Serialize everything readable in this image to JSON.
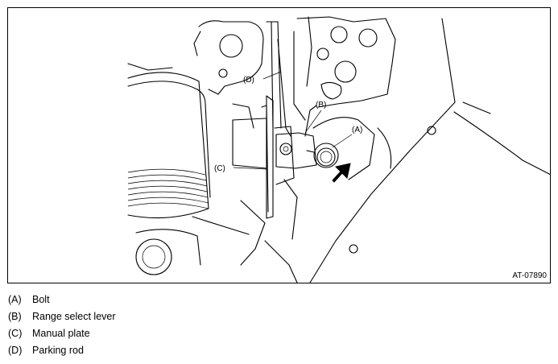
{
  "figure": {
    "code": "AT-07890",
    "callouts": [
      {
        "key": "(A)"
      },
      {
        "key": "(B)"
      },
      {
        "key": "(C)"
      },
      {
        "key": "(D)"
      }
    ]
  },
  "legend": [
    {
      "key": "(A)",
      "text": "Bolt"
    },
    {
      "key": "(B)",
      "text": "Range select lever"
    },
    {
      "key": "(C)",
      "text": "Manual plate"
    },
    {
      "key": "(D)",
      "text": "Parking rod"
    }
  ],
  "colors": {
    "line": "#000000",
    "background": "#ffffff"
  }
}
